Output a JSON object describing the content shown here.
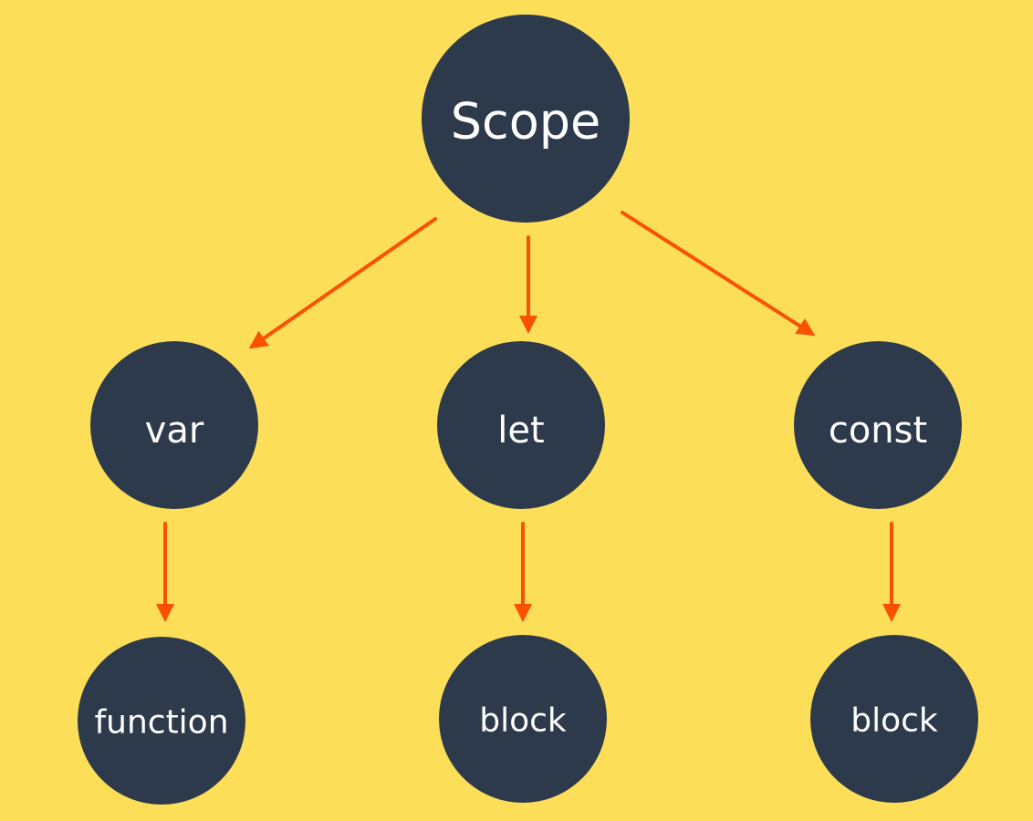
{
  "colors": {
    "background": "#FDDE59",
    "node_fill": "#2D3A4B",
    "node_text": "#FFFFFF",
    "arrow": "#FA5100"
  },
  "nodes": {
    "root": {
      "label": "Scope"
    },
    "var": {
      "label": "var"
    },
    "let": {
      "label": "let"
    },
    "const": {
      "label": "const"
    },
    "var_scope": {
      "label": "function"
    },
    "let_scope": {
      "label": "block"
    },
    "const_scope": {
      "label": "block"
    }
  },
  "edges": [
    {
      "from": "root",
      "to": "var"
    },
    {
      "from": "root",
      "to": "let"
    },
    {
      "from": "root",
      "to": "const"
    },
    {
      "from": "var",
      "to": "var_scope"
    },
    {
      "from": "let",
      "to": "let_scope"
    },
    {
      "from": "const",
      "to": "const_scope"
    }
  ]
}
